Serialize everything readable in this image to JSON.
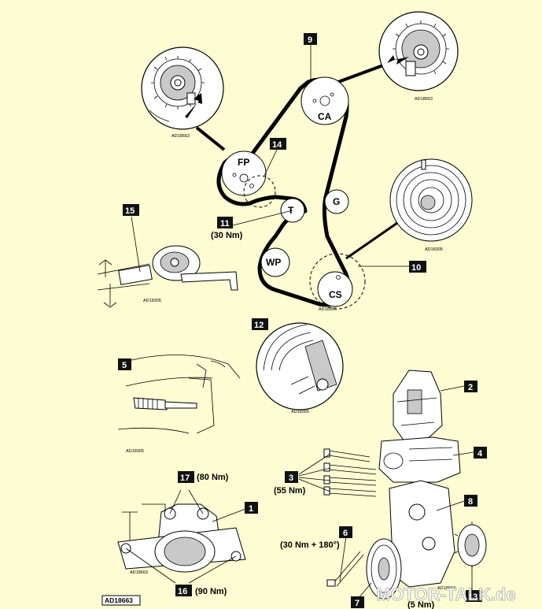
{
  "callouts": {
    "c1": "1",
    "c2": "2",
    "c3": "3",
    "c4": "4",
    "c5": "5",
    "c6": "6",
    "c7": "7",
    "c8": "8",
    "c9": "9",
    "c10": "10",
    "c11": "11",
    "c12": "12",
    "c13": "13",
    "c14": "14",
    "c15": "15",
    "c16": "16",
    "c17": "17"
  },
  "pulleys": {
    "camshaft": "CA",
    "fuel_pump": "FP",
    "tensioner": "T",
    "guide": "G",
    "water_pump": "WP",
    "crankshaft": "CS"
  },
  "torques": {
    "tensioner_nut": "(30 Nm)",
    "cover_bolts": "(55 Nm)",
    "mount_top": "(80 Nm)",
    "mount_bottom": "(90 Nm)",
    "crank_bolt": "(30 Nm + 180°)",
    "small_bolts": "(5 Nm)"
  },
  "drawing_codes": {
    "fp_detail": "AD18663",
    "cam_detail": "AD18663",
    "crank_pulley_detail": "AD18305",
    "tensioner_detail": "AD18305",
    "cs_detail": "AD18305",
    "zoom12": "AD18305",
    "pin_detail": "AD18305",
    "mount_detail": "AD18663",
    "covers_detail": "AD18663",
    "figure_ref": "AD18663"
  },
  "watermark": "MOTOR-TALK.de"
}
